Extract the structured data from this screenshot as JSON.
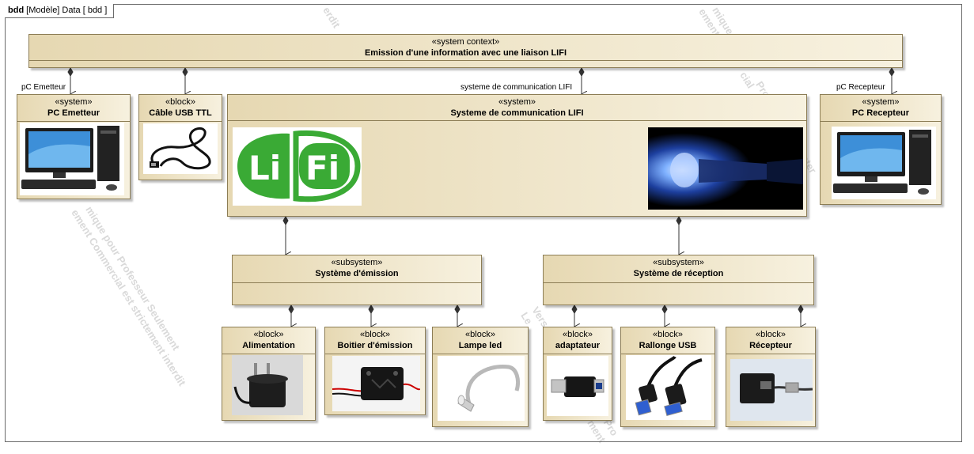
{
  "frame": {
    "kind": "bdd",
    "label": "[Modèle] Data [ bdd ]"
  },
  "blocks": {
    "context": {
      "stereotype": "«system context»",
      "name": "Emission d'une information avec une liaison LIFI"
    },
    "pc_emetteur": {
      "stereotype": "«system»",
      "name": "PC Emetteur"
    },
    "cable": {
      "stereotype": "«block»",
      "name": "Câble USB TTL"
    },
    "lifi_system": {
      "stereotype": "«system»",
      "name": "Systeme de communication LIFI"
    },
    "pc_recepteur": {
      "stereotype": "«system»",
      "name": "PC Recepteur"
    },
    "emission": {
      "stereotype": "«subsystem»",
      "name": "Système d'émission"
    },
    "reception": {
      "stereotype": "«subsystem»",
      "name": "Système de réception"
    },
    "alimentation": {
      "stereotype": "«block»",
      "name": "Alimentation"
    },
    "boitier": {
      "stereotype": "«block»",
      "name": "Boitier d'émission"
    },
    "lampe": {
      "stereotype": "«block»",
      "name": "Lampe led"
    },
    "adaptateur": {
      "stereotype": "«block»",
      "name": "adaptateur"
    },
    "rallonge": {
      "stereotype": "«block»",
      "name": "Rallonge USB"
    },
    "recepteur": {
      "stereotype": "«block»",
      "name": "Récepteur"
    }
  },
  "roles": {
    "pc_emetteur": "pC Emetteur",
    "lifi_system": "systeme de communication LIFI",
    "pc_recepteur": "pC Recepteur"
  },
  "logo": {
    "left": "Li",
    "right": "Fi",
    "color": "#3aaa35"
  },
  "watermarks": {
    "w1": "mique pour Professeur Seulement",
    "w2": "ement Commercial est strictement interdit",
    "w3": "Vers",
    "w4": "Le",
    "w5": "mique",
    "w6": "ement",
    "w7": "Professeur",
    "w8": "cial",
    "w9": "inter",
    "w10": "r Pro",
    "w11": "ment",
    "w12": "erdit"
  }
}
